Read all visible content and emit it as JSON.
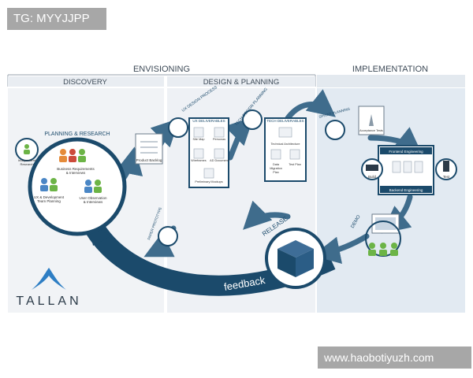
{
  "watermarks": {
    "top_left": "TG: MYYJJPP",
    "bottom_right": "www.haobotiyuzh.com"
  },
  "phases": {
    "envisioning": "ENVISIONING",
    "discovery": "DISCOVERY",
    "design_planning": "DESIGN & PLANNING",
    "implementation": "IMPLEMENTATION"
  },
  "planning": {
    "title": "PLANNING & RESEARCH",
    "independent_research": [
      "Independent",
      "Research"
    ],
    "business_requirements": [
      "Business Requirements",
      "& Interviews"
    ],
    "ux_dev": [
      "UX & Development",
      "Team Planning"
    ],
    "user_observation": [
      "User Observation",
      "& Interviews"
    ]
  },
  "product_backlog": "Product Backlog",
  "ux_design": {
    "process_label": "UX DESIGN PROCESS",
    "deliverables_label": "UX DELIVERABLES",
    "site_map": "Site Map",
    "personas": "Personas",
    "wireframes": "Wireframes",
    "ad_document": "AD Document",
    "prototype": "Preliminary Mockups"
  },
  "tech": {
    "process_label": "TECH DESIGN PLANNING",
    "deliverables_label": "TECH DELIVERABLES",
    "tech_architecture": "Technical Architecture",
    "migration_plan": [
      "Data",
      "Migration",
      "Plan"
    ],
    "test_plan": "Test Plan"
  },
  "sprint_planning": "SPRINT PLANNING",
  "acceptance_tests": "Acceptance Tests",
  "engineering": {
    "frontend": "Frontend Engineering",
    "backend": "Backend Engineering",
    "build": "Build",
    "test": "Test"
  },
  "demo": "DEMO",
  "release": "RELEASE",
  "feedback": "feedback",
  "paper_prototype": "PAPER PROTOTYPE",
  "logo_text": "TALLAN",
  "colors": {
    "navy": "#1b4a6b",
    "arrow": "#3f6c8c",
    "panel": "#e9edf2",
    "impl_panel": "#dfe8f1",
    "phase_text": "#3d4a57",
    "logo_blue": "#2e7ec4",
    "person_green": "#6cb446",
    "person_blue": "#4a86c5",
    "person_orange": "#e58b3a",
    "person_red": "#cc4b3a"
  },
  "icons": [
    "people-icon",
    "document-icon",
    "cube-icon",
    "monitor-icon",
    "gear-icon",
    "server-icon"
  ]
}
